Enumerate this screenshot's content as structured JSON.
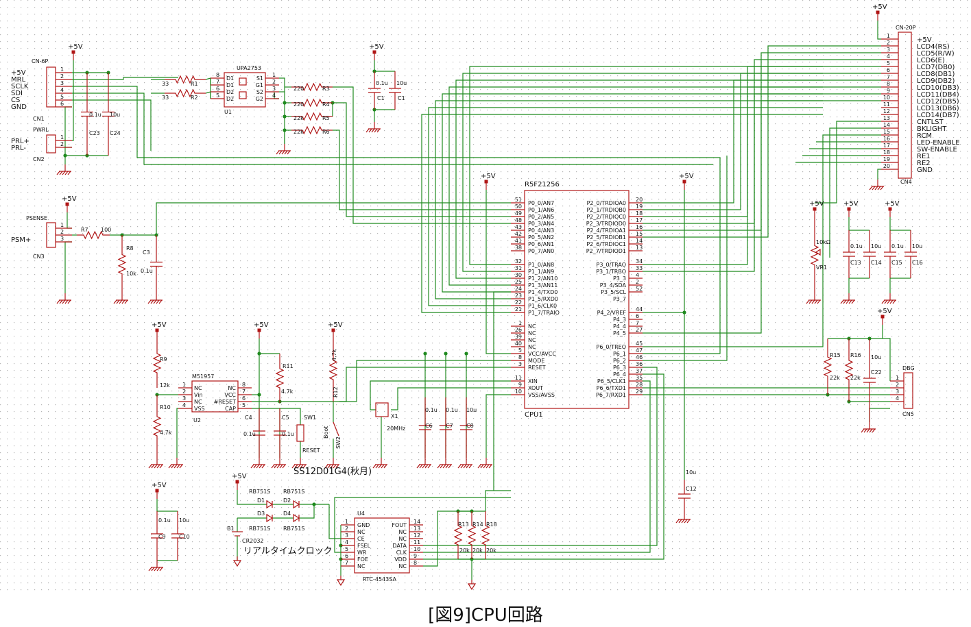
{
  "caption": "[図9]CPU回路",
  "notes": {
    "switch_part": "SS12D01G4(秋月)",
    "rtc_label": "リアルタイムクロック"
  },
  "supply": "+5V",
  "cpu": {
    "name": "R5F21256",
    "ref": "CPU1",
    "left_pins": [
      {
        "n": "51",
        "l": "P0_0/AN7"
      },
      {
        "n": "50",
        "l": "P0_1/AN6"
      },
      {
        "n": "49",
        "l": "P0_2/AN5"
      },
      {
        "n": "48",
        "l": "P0_3/AN4"
      },
      {
        "n": "43",
        "l": "P0_4/AN3"
      },
      {
        "n": "42",
        "l": "P0_5/AN2"
      },
      {
        "n": "41",
        "l": "P0_6/AN1"
      },
      {
        "n": "38",
        "l": "P0_7/AN0"
      },
      {
        "n": "32",
        "l": "P1_0/AN8"
      },
      {
        "n": "31",
        "l": "P1_1/AN9"
      },
      {
        "n": "30",
        "l": "P1_2/AN10"
      },
      {
        "n": "25",
        "l": "P1_3/AN11"
      },
      {
        "n": "24",
        "l": "P1_4/TXD0"
      },
      {
        "n": "23",
        "l": "P1_5/RXD0"
      },
      {
        "n": "22",
        "l": "P1_6/CLK0"
      },
      {
        "n": "21",
        "l": "P1_7/TRAIO"
      },
      {
        "n": "1",
        "l": "NC"
      },
      {
        "n": "26",
        "l": "NC"
      },
      {
        "n": "39",
        "l": "NC"
      },
      {
        "n": "40",
        "l": "NC"
      },
      {
        "n": "5",
        "l": "VCC/AVCC"
      },
      {
        "n": "8",
        "l": "MODE"
      },
      {
        "n": "3",
        "l": "RESET"
      },
      {
        "n": "11",
        "l": "XIN"
      },
      {
        "n": "9",
        "l": "XOUT"
      },
      {
        "n": "10",
        "l": "VSS/AVSS"
      }
    ],
    "right_pins": [
      {
        "n": "20",
        "l": "P2_0/TRDIOA0"
      },
      {
        "n": "19",
        "l": "P2_1/TRDIOB0"
      },
      {
        "n": "18",
        "l": "P2_2/TRDIOC0"
      },
      {
        "n": "17",
        "l": "P2_3/TRDIOD0"
      },
      {
        "n": "16",
        "l": "P2_4/TRDIOA1"
      },
      {
        "n": "15",
        "l": "P2_5/TRDIOB1"
      },
      {
        "n": "14",
        "l": "P2_6/TRDIOC1"
      },
      {
        "n": "13",
        "l": "P2_7/TRDIOD1"
      },
      {
        "n": "34",
        "l": "P3_0/TRAO"
      },
      {
        "n": "33",
        "l": "P3_1/TRBO"
      },
      {
        "n": "4",
        "l": "P3_3"
      },
      {
        "n": "2",
        "l": "P3_4/SDA"
      },
      {
        "n": "52",
        "l": "P3_5/SCL"
      },
      {
        "n": "",
        "l": "P3_7"
      },
      {
        "n": "44",
        "l": "P4_2/VREF"
      },
      {
        "n": "6",
        "l": "P4_3"
      },
      {
        "n": "7",
        "l": "P4_4"
      },
      {
        "n": "27",
        "l": "P4_5"
      },
      {
        "n": "45",
        "l": "P6_0/TREO"
      },
      {
        "n": "47",
        "l": "P6_1"
      },
      {
        "n": "46",
        "l": "P6_2"
      },
      {
        "n": "36",
        "l": "P6_3"
      },
      {
        "n": "37",
        "l": "P6_4"
      },
      {
        "n": "35",
        "l": "P6_5/CLK1"
      },
      {
        "n": "28",
        "l": "P6_6/TXD1"
      },
      {
        "n": "29",
        "l": "P6_7/RXD1"
      }
    ]
  },
  "cn4": {
    "ref": "CN4",
    "part": "CN-20P",
    "labels": [
      "+5V",
      "LCD4(RS)",
      "LCD5(R/W)",
      "LCD6(E)",
      "LCD7(DB0)",
      "LCD8(DB1)",
      "LCD9(DB2)",
      "LCD10(DB3)",
      "LCD11(DB4)",
      "LCD12(DB5)",
      "LCD13(DB6)",
      "LCD14(DB7)",
      "CNTLST",
      "BKLIGHT",
      "RCM",
      "LED-ENABLE",
      "SW-ENABLE",
      "RE1",
      "RE2",
      "GND"
    ],
    "pins": [
      "1",
      "2",
      "3",
      "4",
      "5",
      "6",
      "7",
      "8",
      "9",
      "10",
      "11",
      "12",
      "13",
      "14",
      "15",
      "16",
      "17",
      "18",
      "19",
      "20"
    ]
  },
  "cn1": {
    "ref": "CN1",
    "part": "CN-6P",
    "labels": [
      "+5V",
      "MRL",
      "SCLK",
      "SDI",
      "CS",
      "GND"
    ],
    "pins": [
      "1",
      "2",
      "3",
      "4",
      "5",
      "6"
    ]
  },
  "cn2": {
    "ref": "CN2",
    "part": "PWRL",
    "labels": [
      "PRL+",
      "PRL-"
    ],
    "pins": [
      "1",
      "2"
    ]
  },
  "cn3": {
    "ref": "CN3",
    "part": "PSENSE",
    "label": "PSM+",
    "pins": [
      "1",
      "2",
      "3"
    ]
  },
  "cn5": {
    "ref": "CN5",
    "part": "DBG",
    "pins": [
      "1",
      "2",
      "3",
      "4"
    ]
  },
  "u1": {
    "ref": "U1",
    "part": "UPA2753",
    "left": [
      {
        "n": "8",
        "l": "D1"
      },
      {
        "n": "7",
        "l": "D1"
      },
      {
        "n": "6",
        "l": "D2"
      },
      {
        "n": "5",
        "l": "D2"
      }
    ],
    "right": [
      {
        "n": "1",
        "l": "S1"
      },
      {
        "n": "2",
        "l": "G1"
      },
      {
        "n": "3",
        "l": "S2"
      },
      {
        "n": "4",
        "l": "G2"
      }
    ]
  },
  "u2": {
    "ref": "U2",
    "part": "M51957",
    "left": [
      {
        "n": "1",
        "l": "NC"
      },
      {
        "n": "2",
        "l": "Vin"
      },
      {
        "n": "3",
        "l": "NC"
      },
      {
        "n": "4",
        "l": "VSS"
      }
    ],
    "right": [
      {
        "n": "8",
        "l": "NC"
      },
      {
        "n": "7",
        "l": "VCC"
      },
      {
        "n": "6",
        "l": "#RESET"
      },
      {
        "n": "5",
        "l": "CAP"
      }
    ]
  },
  "u4": {
    "ref": "U4",
    "part": "RTC-4543SA",
    "left": [
      {
        "n": "1",
        "l": "GND"
      },
      {
        "n": "2",
        "l": "NC"
      },
      {
        "n": "3",
        "l": "CE"
      },
      {
        "n": "4",
        "l": "FSEL"
      },
      {
        "n": "5",
        "l": "WR"
      },
      {
        "n": "6",
        "l": "FOE"
      },
      {
        "n": "7",
        "l": "NC"
      }
    ],
    "right": [
      {
        "n": "14",
        "l": "FOUT"
      },
      {
        "n": "13",
        "l": "NC"
      },
      {
        "n": "12",
        "l": "NC"
      },
      {
        "n": "11",
        "l": "DATA"
      },
      {
        "n": "10",
        "l": "CLK"
      },
      {
        "n": "9",
        "l": "VDD"
      },
      {
        "n": "8",
        "l": "NC"
      }
    ]
  },
  "resistors": [
    {
      "ref": "R1",
      "val": "33"
    },
    {
      "ref": "R2",
      "val": "33"
    },
    {
      "ref": "R3",
      "val": "220"
    },
    {
      "ref": "R4",
      "val": "220"
    },
    {
      "ref": "R5",
      "val": "22k"
    },
    {
      "ref": "R6",
      "val": "22k"
    },
    {
      "ref": "R7",
      "val": "100"
    },
    {
      "ref": "R8",
      "val": "10k"
    },
    {
      "ref": "R9",
      "val": "12k"
    },
    {
      "ref": "R10",
      "val": "4.7k"
    },
    {
      "ref": "R11",
      "val": "4.7k"
    },
    {
      "ref": "R12",
      "val": "4.7k"
    },
    {
      "ref": "R13",
      "val": "20k"
    },
    {
      "ref": "R14",
      "val": "20k"
    },
    {
      "ref": "R18",
      "val": "20k"
    },
    {
      "ref": "R15",
      "val": "22k"
    },
    {
      "ref": "R16",
      "val": "22k"
    }
  ],
  "capacitors": [
    {
      "ref": "C23",
      "val": "0.1u"
    },
    {
      "ref": "C24",
      "val": "10u"
    },
    {
      "ref": "C1",
      "val": "0.1u"
    },
    {
      "ref": "C1",
      "val": "10u"
    },
    {
      "ref": "C3",
      "val": "0.1u"
    },
    {
      "ref": "C4",
      "val": "0.1u"
    },
    {
      "ref": "C5",
      "val": "0.1u"
    },
    {
      "ref": "C6",
      "val": "0.1u"
    },
    {
      "ref": "C7",
      "val": "0.1u"
    },
    {
      "ref": "C8",
      "val": "10u"
    },
    {
      "ref": "C13",
      "val": "0.1u"
    },
    {
      "ref": "C14",
      "val": "10u"
    },
    {
      "ref": "C15",
      "val": "0.1u"
    },
    {
      "ref": "C16",
      "val": "10u"
    },
    {
      "ref": "C22",
      "val": "10u"
    },
    {
      "ref": "C12",
      "val": "10u"
    },
    {
      "ref": "C9",
      "val": "0.1u"
    },
    {
      "ref": "C10",
      "val": "10u"
    }
  ],
  "vr1": {
    "ref": "VR1",
    "val": "10kΩ"
  },
  "x1": {
    "ref": "X1",
    "val": "20MHz"
  },
  "sw1": {
    "ref": "SW1",
    "val": "RESET"
  },
  "sw2": {
    "ref": "SW2",
    "val": "Boot"
  },
  "diodes": [
    {
      "ref": "D1",
      "part": "RB751S"
    },
    {
      "ref": "D2",
      "part": "RB751S"
    },
    {
      "ref": "D3",
      "part": "RB751S"
    },
    {
      "ref": "D4",
      "part": "RB751S"
    }
  ],
  "b1": {
    "ref": "B1",
    "part": "CR2032"
  }
}
